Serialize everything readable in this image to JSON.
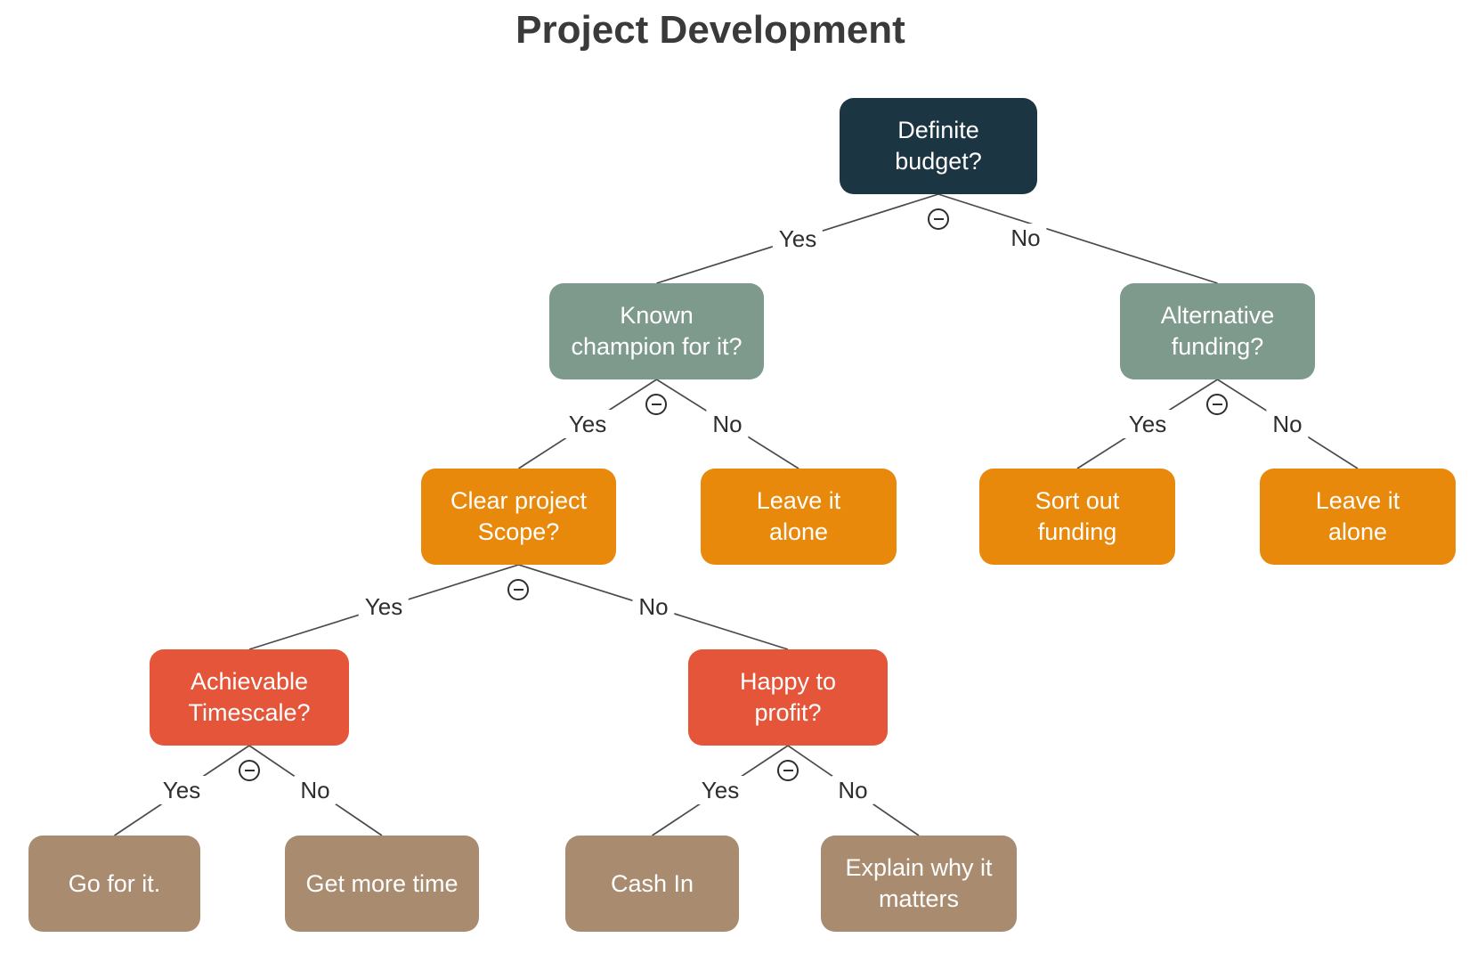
{
  "title": "Project Development",
  "colors": {
    "root": "#1c3542",
    "level2": "#7e9a8d",
    "level3": "#e8890b",
    "level4": "#e4553a",
    "level5": "#a98b6f",
    "line": "#4a4a4a",
    "node_text": "#ffffff",
    "edge_label_text": "#2e2e2e",
    "title_text": "#3a3a3a"
  },
  "icons": {
    "collapse": "minus-in-circle"
  },
  "nodes": {
    "definite_budget": {
      "label": "Definite\nbudget?"
    },
    "known_champion": {
      "label": "Known\nchampion for it?"
    },
    "alternative_funding": {
      "label": "Alternative\nfunding?"
    },
    "clear_scope": {
      "label": "Clear project\nScope?"
    },
    "leave_alone_1": {
      "label": "Leave it\nalone"
    },
    "sort_funding": {
      "label": "Sort out\nfunding"
    },
    "leave_alone_2": {
      "label": "Leave it\nalone"
    },
    "achievable_timescale": {
      "label": "Achievable\nTimescale?"
    },
    "happy_profit": {
      "label": "Happy to\nprofit?"
    },
    "go_for_it": {
      "label": "Go for it."
    },
    "get_more_time": {
      "label": "Get more time"
    },
    "cash_in": {
      "label": "Cash In"
    },
    "explain_matters": {
      "label": "Explain why it\nmatters"
    }
  },
  "edges": [
    {
      "from": "definite_budget",
      "to": "known_champion",
      "label": "Yes"
    },
    {
      "from": "definite_budget",
      "to": "alternative_funding",
      "label": "No"
    },
    {
      "from": "known_champion",
      "to": "clear_scope",
      "label": "Yes"
    },
    {
      "from": "known_champion",
      "to": "leave_alone_1",
      "label": "No"
    },
    {
      "from": "alternative_funding",
      "to": "sort_funding",
      "label": "Yes"
    },
    {
      "from": "alternative_funding",
      "to": "leave_alone_2",
      "label": "No"
    },
    {
      "from": "clear_scope",
      "to": "achievable_timescale",
      "label": "Yes"
    },
    {
      "from": "clear_scope",
      "to": "happy_profit",
      "label": "No"
    },
    {
      "from": "achievable_timescale",
      "to": "go_for_it",
      "label": "Yes"
    },
    {
      "from": "achievable_timescale",
      "to": "get_more_time",
      "label": "No"
    },
    {
      "from": "happy_profit",
      "to": "cash_in",
      "label": "Yes"
    },
    {
      "from": "happy_profit",
      "to": "explain_matters",
      "label": "No"
    }
  ]
}
